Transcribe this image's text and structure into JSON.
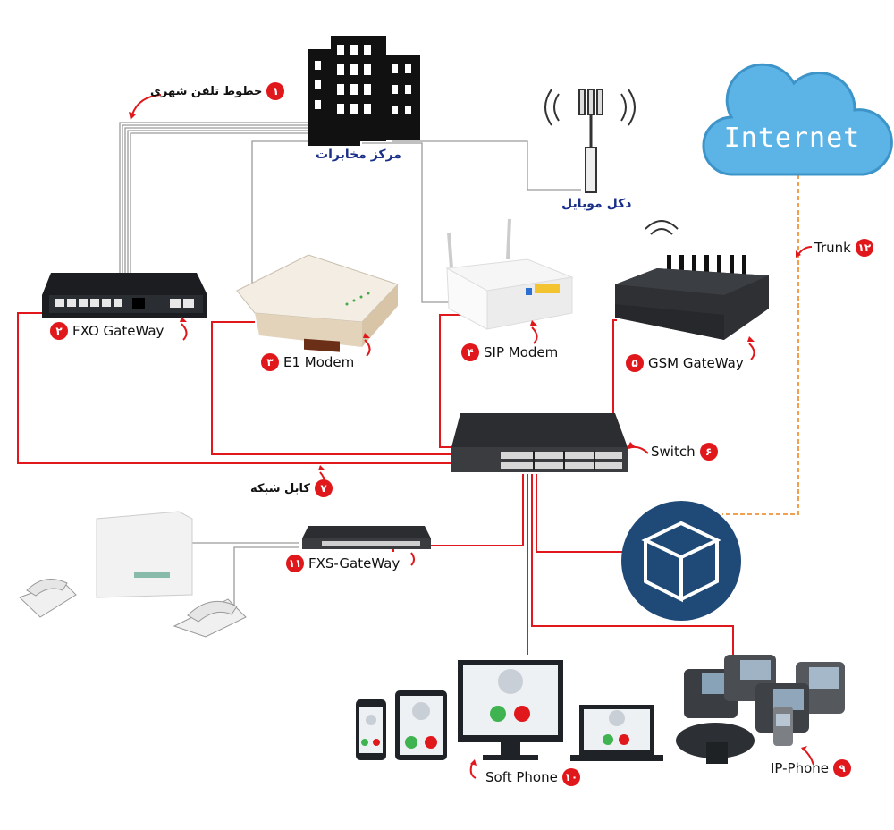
{
  "nodes": {
    "telecom_center": {
      "label": "مرکز مخابرات"
    },
    "mobile_tower": {
      "label": "دکل موبایل"
    },
    "internet": {
      "label": "Internet"
    },
    "fxo_gateway": {
      "number": "۲",
      "label": "FXO GateWay"
    },
    "e1_modem": {
      "number": "۳",
      "label": "E1 Modem"
    },
    "sip_modem": {
      "number": "۴",
      "label": "SIP Modem"
    },
    "gsm_gateway": {
      "number": "۵",
      "label": "GSM GateWay"
    },
    "switch": {
      "number": "۶",
      "label": "Switch"
    },
    "ip_phone": {
      "number": "۹",
      "label": "IP-Phone"
    },
    "soft_phone": {
      "number": "۱۰",
      "label": "Soft Phone"
    },
    "fxs_gateway": {
      "number": "۱۱",
      "label": "FXS-GateWay"
    }
  },
  "links": {
    "city_lines": {
      "number": "۱",
      "label": "خطوط تلفن شهری"
    },
    "network_cable": {
      "number": "۷",
      "label": "کابل شبکه"
    },
    "trunk": {
      "number": "۱۲",
      "label": "Trunk"
    }
  },
  "colors": {
    "wire_red": "#e0181b",
    "wire_gray": "#9a9a9a",
    "trunk_orange": "#f0a050",
    "server_blue": "#1f4a78",
    "cloud_blue": "#5bb3e6"
  }
}
